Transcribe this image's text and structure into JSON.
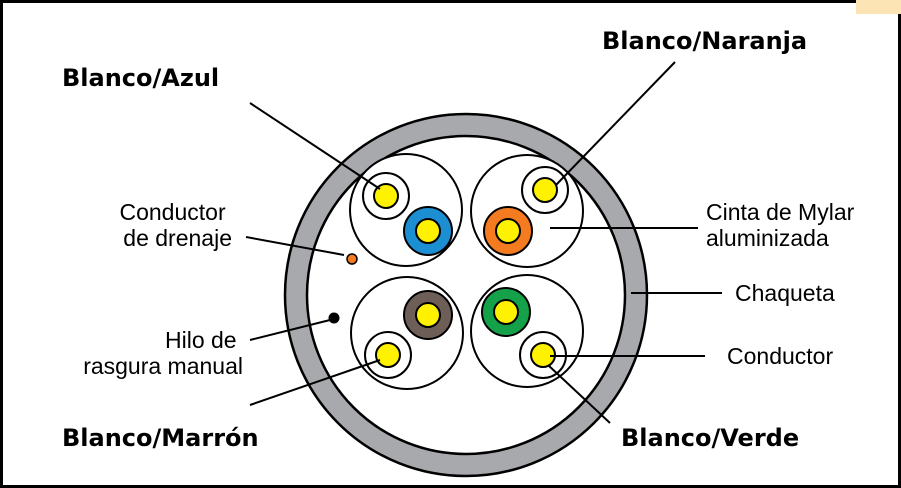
{
  "labels": {
    "blanco_azul": "Blanco/Azul",
    "blanco_naranja": "Blanco/Naranja",
    "blanco_marron": "Blanco/Marrón",
    "blanco_verde": "Blanco/Verde",
    "conductor_drenaje_1": "Conductor",
    "conductor_drenaje_2": "de drenaje",
    "cinta_1": "Cinta de Mylar",
    "cinta_2": "aluminizada",
    "chaqueta": "Chaqueta",
    "hilo_1": "Hilo de",
    "hilo_2": "rasgura manual",
    "conductor": "Conductor"
  },
  "colors": {
    "jacket": "#a7a9ac",
    "conductor_yellow": "#fff200",
    "blue": "#1b8fd2",
    "orange": "#f47b20",
    "brown": "#6d5f58",
    "green": "#14a14a",
    "drain": "#f47b20",
    "ripcord": "#000000",
    "corner_tab": "#fde4b4"
  }
}
